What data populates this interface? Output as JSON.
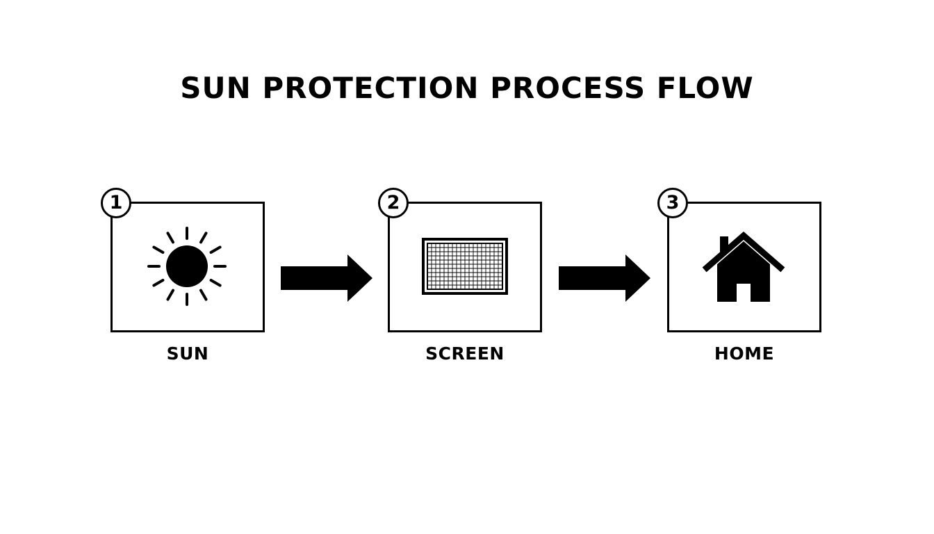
{
  "title": "SUN PROTECTION PROCESS FLOW",
  "steps": [
    {
      "number": "1",
      "label": "SUN",
      "icon": "sun-icon"
    },
    {
      "number": "2",
      "label": "SCREEN",
      "icon": "screen-mesh-icon"
    },
    {
      "number": "3",
      "label": "HOME",
      "icon": "house-icon"
    }
  ],
  "colors": {
    "foreground": "#000000",
    "background": "#ffffff"
  }
}
